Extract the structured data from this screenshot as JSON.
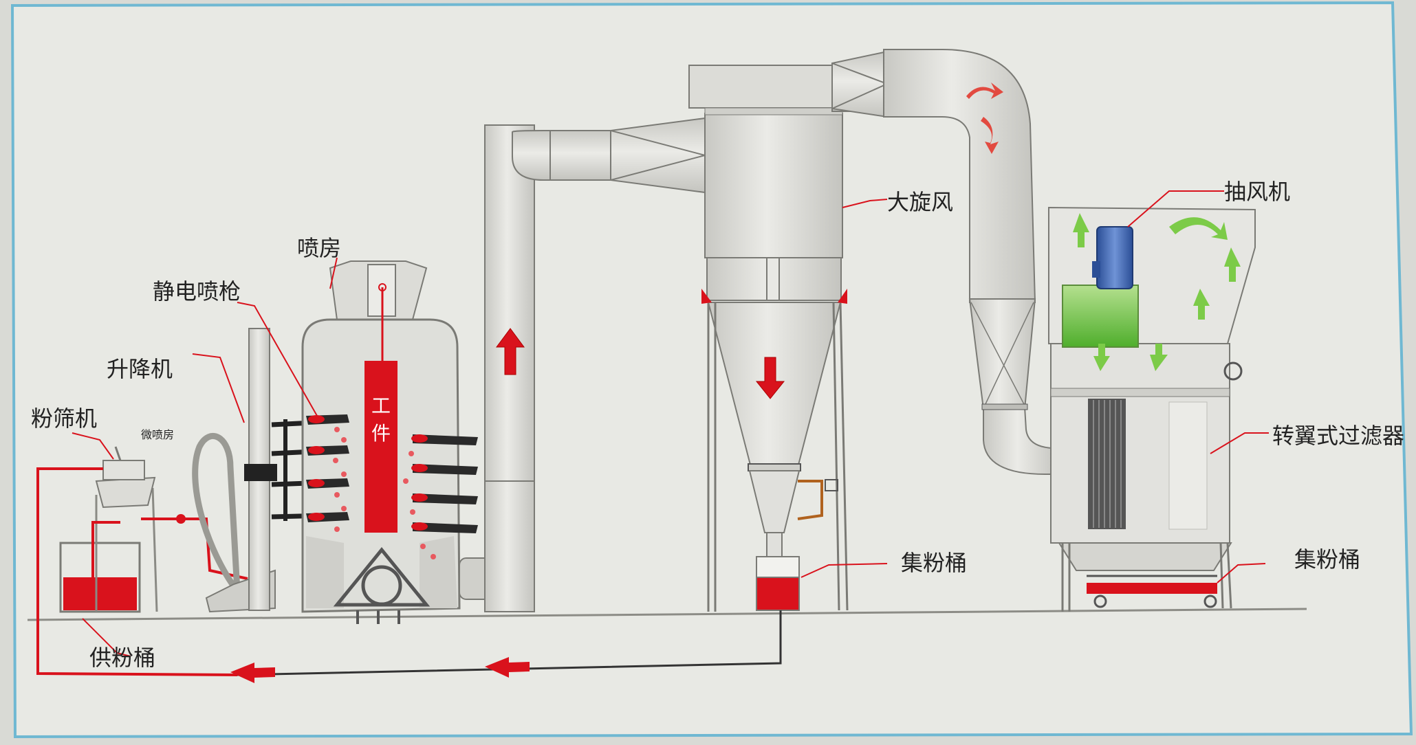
{
  "labels": {
    "spray_booth": "喷房",
    "electrostatic_gun": "静电喷枪",
    "lifter": "升降机",
    "powder_sieve": "粉筛机",
    "small_booth": "微喷房",
    "workpiece_1": "工",
    "workpiece_2": "件",
    "big_cyclone": "大旋风",
    "exhaust_fan": "抽风机",
    "rotary_filter": "转翼式过滤器",
    "collector_center": "集粉桶",
    "collector_right": "集粉桶",
    "supply_bucket": "供粉桶"
  },
  "colors": {
    "background": "#d9dad5",
    "paper": "#e8e9e4",
    "frame": "#6fb8d2",
    "equipment": "#dcdcd7",
    "outline": "#7a7a75",
    "powder_red": "#d9121c",
    "airflow_green": "#7ccb48",
    "motor_blue": "#3f66b4"
  }
}
